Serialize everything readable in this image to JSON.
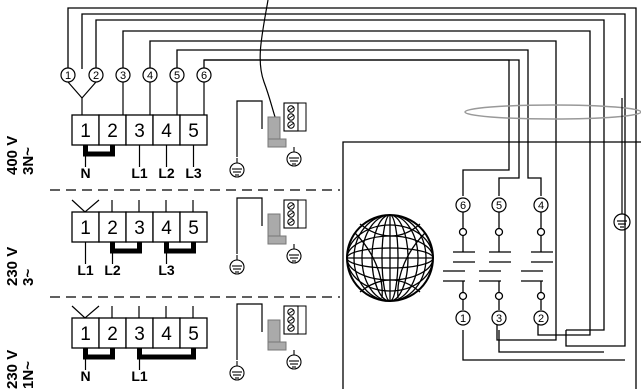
{
  "config_labels": [
    {
      "voltage": "400 V",
      "phase": "3N~"
    },
    {
      "voltage": "230 V",
      "phase": "3~"
    },
    {
      "voltage": "230 V",
      "phase": "1N~"
    }
  ],
  "terminal_numbers": [
    "1",
    "2",
    "3",
    "4",
    "5"
  ],
  "wire_markers": [
    "1",
    "2",
    "3",
    "4",
    "5",
    "6"
  ],
  "row_labels": [
    [
      "N",
      "L1",
      "L2",
      "L3"
    ],
    [
      "L1",
      "L2",
      "L3"
    ],
    [
      "N",
      "L1"
    ]
  ],
  "heater_top_markers": [
    "6",
    "5",
    "4"
  ],
  "heater_bottom_markers": [
    "1",
    "3",
    "2"
  ]
}
